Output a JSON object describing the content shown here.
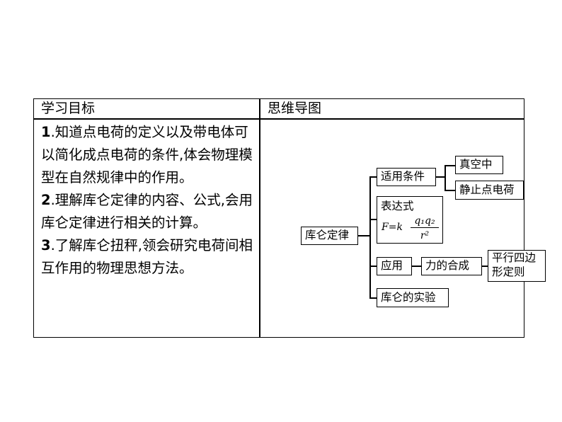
{
  "header": {
    "left": "学习目标",
    "right": "思维导图"
  },
  "goals": [
    {
      "num": "1",
      "text": ".知道点电荷的定义以及带电体可以简化成点电荷的条件,体会物理模型在自然规律中的作用。"
    },
    {
      "num": "2",
      "text": ".理解库仑定律的内容、公式,会用库仑定律进行相关的计算。"
    },
    {
      "num": "3",
      "text": ".了解库仑扭秤,领会研究电荷间相互作用的物理思想方法。"
    }
  ],
  "mindmap": {
    "root": "库仑定律",
    "conditions": "适用条件",
    "vacuum": "真空中",
    "static_charge": "静止点电荷",
    "expression": "表达式",
    "formula": {
      "lhs": "F=k",
      "numerator": "q₁q₂",
      "denominator": "r²"
    },
    "application": "应用",
    "force_composition": "力的合成",
    "parallelogram": [
      "平行四边",
      "形定则"
    ],
    "experiment": "库仑的实验"
  }
}
